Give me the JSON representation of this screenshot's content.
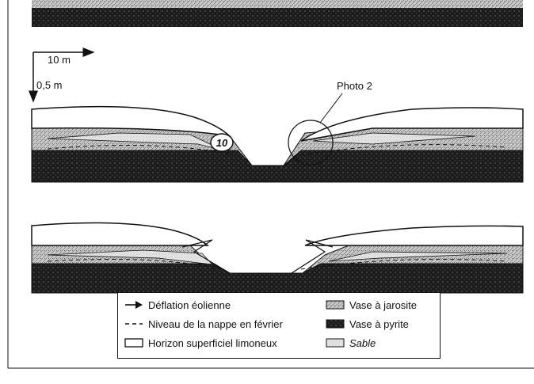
{
  "figure": {
    "scale_horizontal": "10 m",
    "scale_vertical": "0,5 m",
    "photo_label": "Photo 2",
    "marker_label": "10"
  },
  "legend": {
    "deflation": "Déflation éolienne",
    "nappe": "Niveau de la nappe en février",
    "horizon": "Horizon superficiel limoneux",
    "jarosite": "Vase à jarosite",
    "pyrite": "Vase à pyrite",
    "sable": "Sable"
  },
  "colors": {
    "ink": "#111111",
    "pyrite": "#1c1c1c",
    "jarosite": "#bdbdbd",
    "horizon": "#ffffff"
  }
}
